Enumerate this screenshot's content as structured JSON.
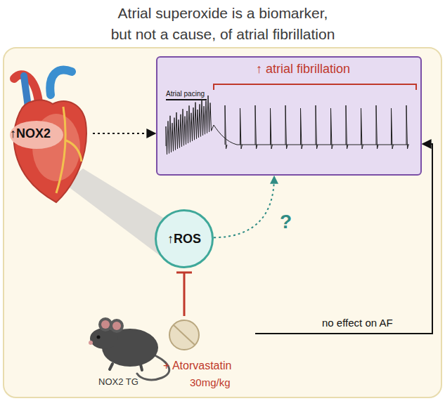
{
  "diagram": {
    "title": "Atrial superoxide is a biomarker, but not a cause, of atrial fibrillation",
    "nodes": [
      {
        "text": [
          "↑NOX2"
        ]
      },
      {
        "text": [
          "↑ atrial fibrillation",
          "Atrial pacing"
        ]
      },
      {
        "text": [
          "↑ROS"
        ]
      },
      {
        "text": [
          "+ Atorvastatin",
          "30mg/kg"
        ]
      }
    ],
    "edges": [
      {
        "from": 0,
        "to": 1,
        "arrow": "to"
      },
      {
        "from": 2,
        "to": 1,
        "arrow": "to",
        "label": "?"
      },
      {
        "from": 3,
        "to": 2,
        "arrow": "to"
      },
      {
        "from": 3,
        "to": 1,
        "arrow": "to",
        "label": "no effect on AF"
      }
    ],
    "labels": [
      "NOX2 TG"
    ]
  }
}
